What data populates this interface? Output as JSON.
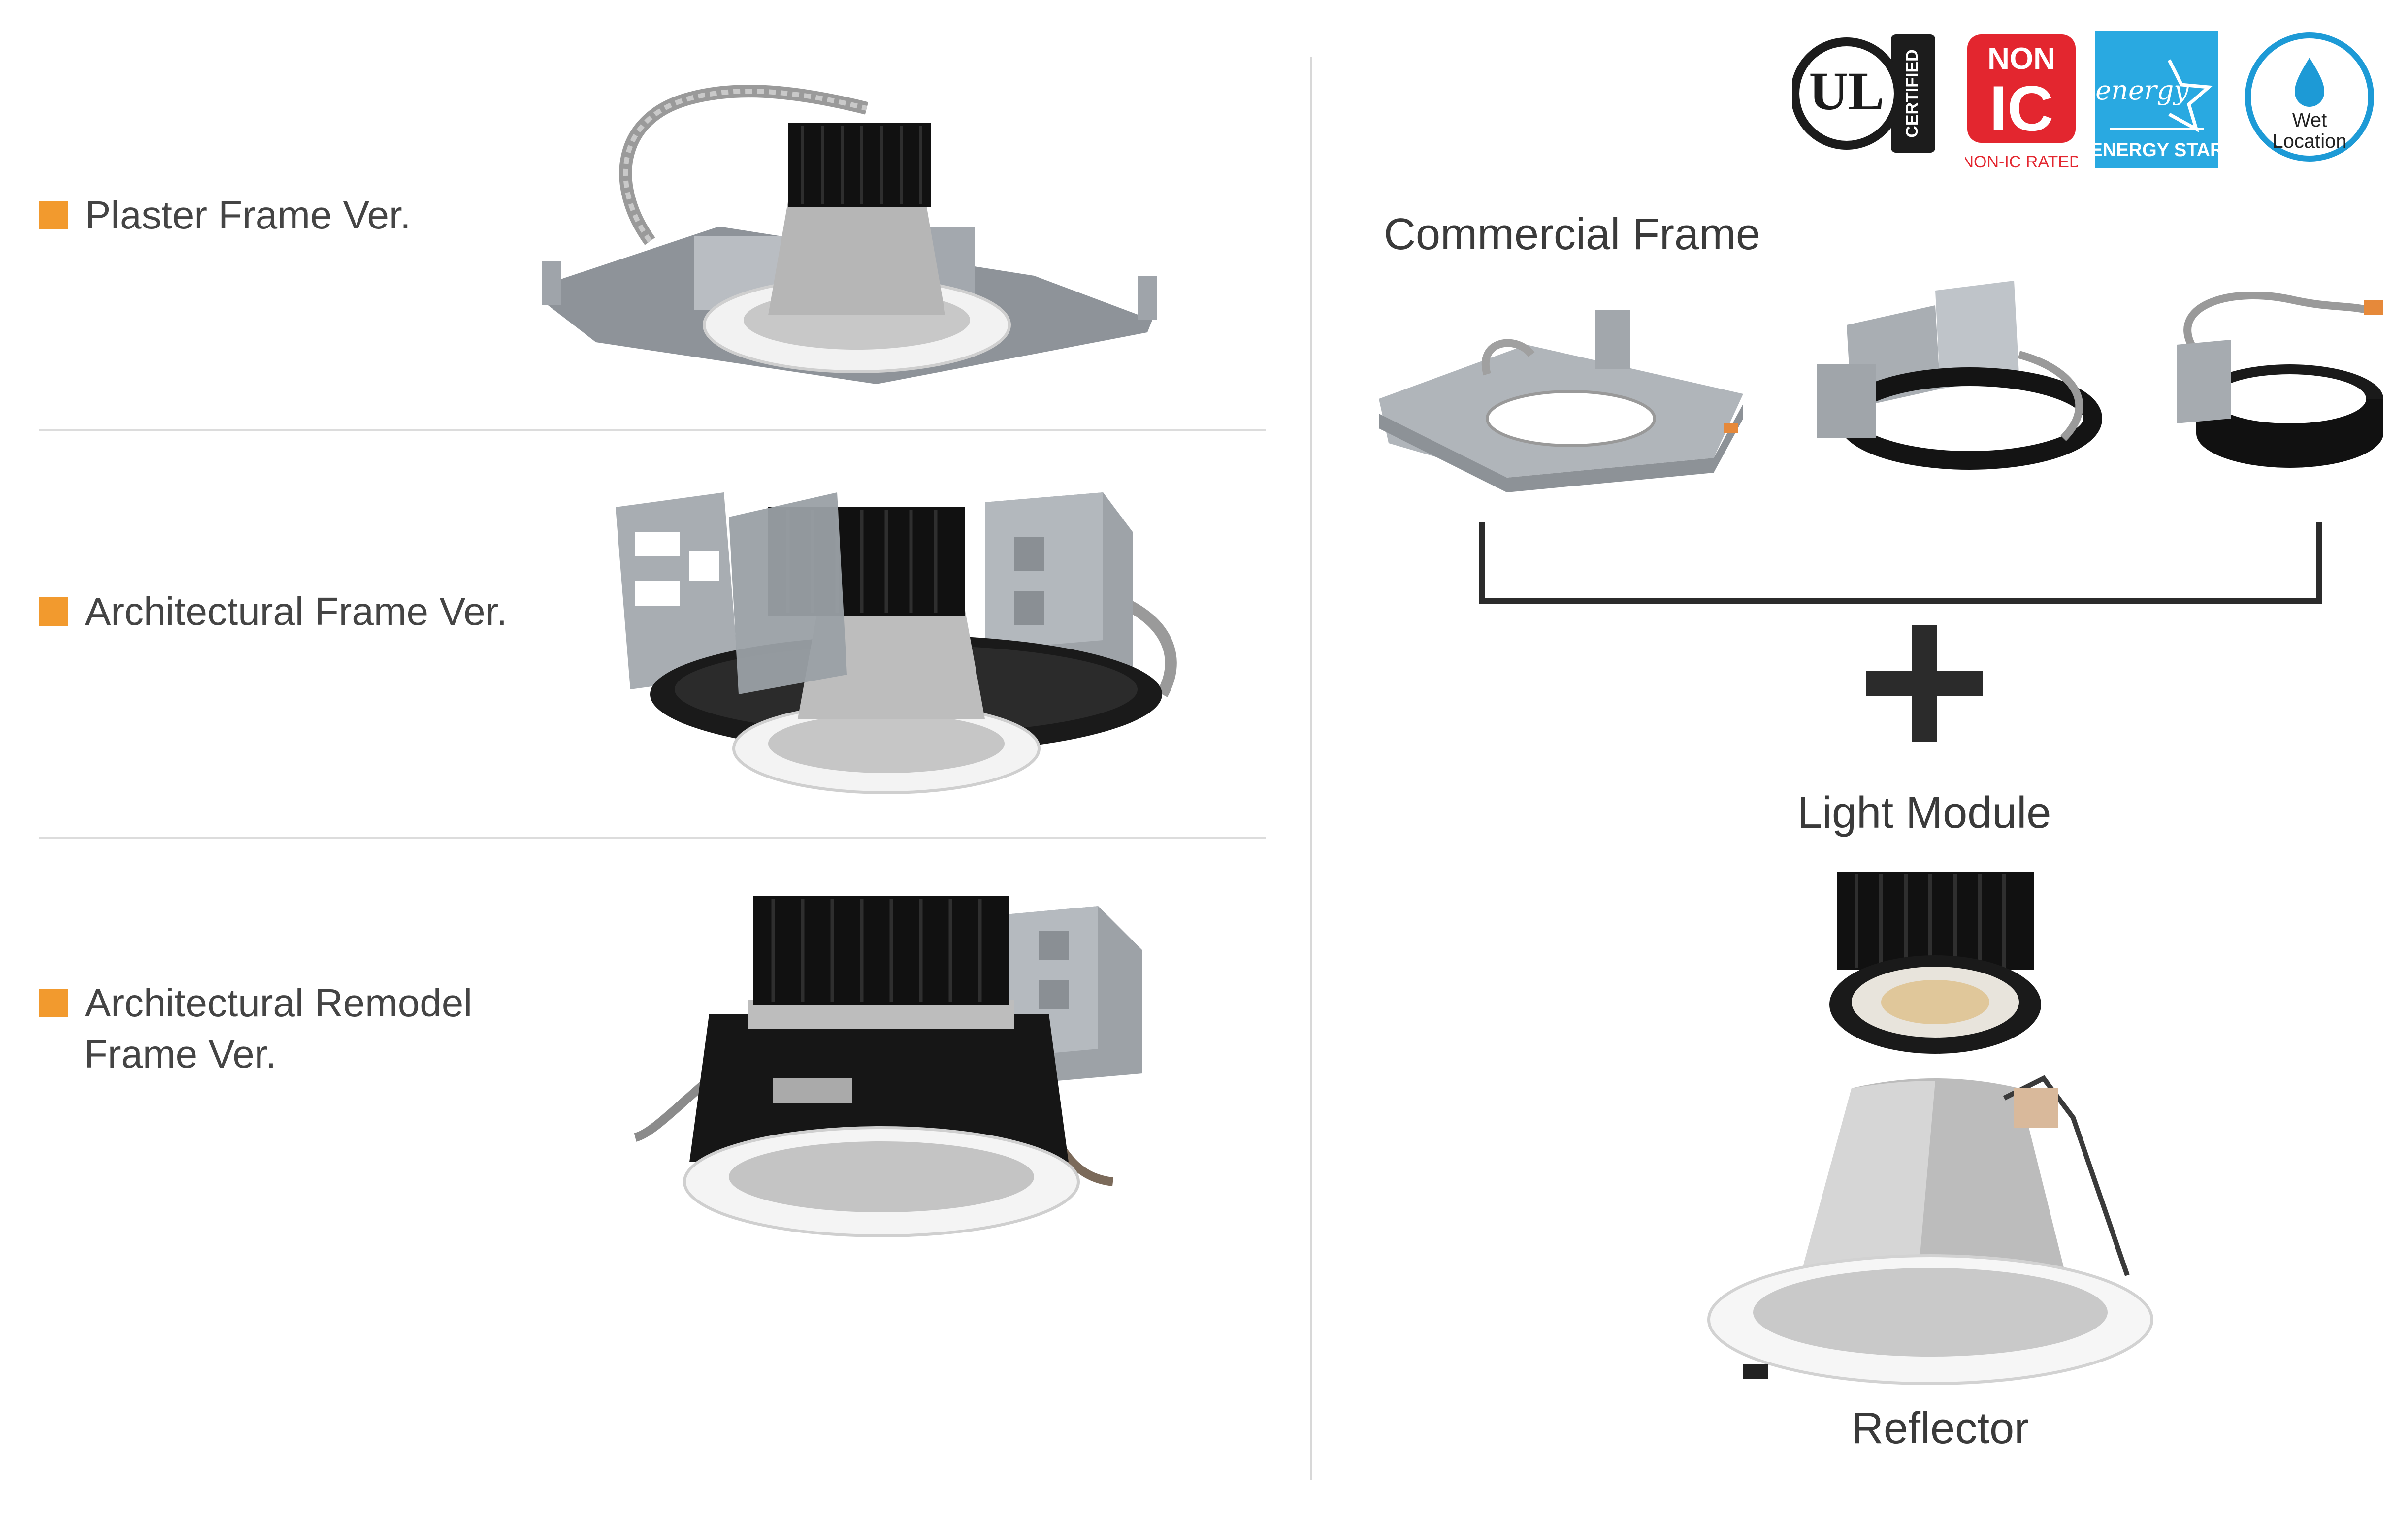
{
  "variants": [
    {
      "label": "Plaster Frame Ver."
    },
    {
      "label": "Architectural Frame Ver."
    },
    {
      "label_line1": "Architectural Remodel",
      "label_line2": "Frame Ver."
    }
  ],
  "badges": {
    "ul": {
      "letters": "UL",
      "side": "CERTIFIED"
    },
    "nonic": {
      "top": "NON",
      "big": "IC",
      "caption": "NON-IC RATED"
    },
    "energy": {
      "script": "energy",
      "caption": "ENERGY STAR"
    },
    "wet": {
      "line1": "Wet",
      "line2": "Location"
    }
  },
  "right": {
    "commercial_frame": "Commercial Frame",
    "plus": "+",
    "light_module": "Light Module",
    "reflector": "Reflector"
  },
  "colors": {
    "accent_orange": "#f29a2e",
    "nonic_red": "#e3262f",
    "energy_blue": "#29a9e1",
    "wet_blue": "#1d9ad6"
  }
}
